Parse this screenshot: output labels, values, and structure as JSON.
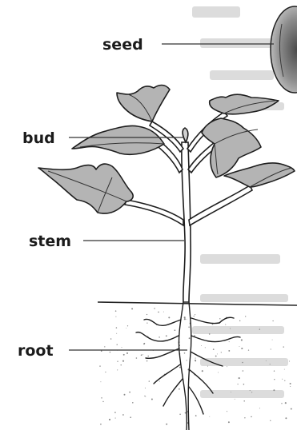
{
  "labels": {
    "seed": "seed",
    "bud": "bud",
    "stem": "stem",
    "root": "root"
  },
  "colors": {
    "leaf_fill": "#b4b4b4",
    "outline": "#1e1e1e",
    "soil_speckle": "#8a8a8a",
    "seed_fill": "#8c8c8c"
  }
}
